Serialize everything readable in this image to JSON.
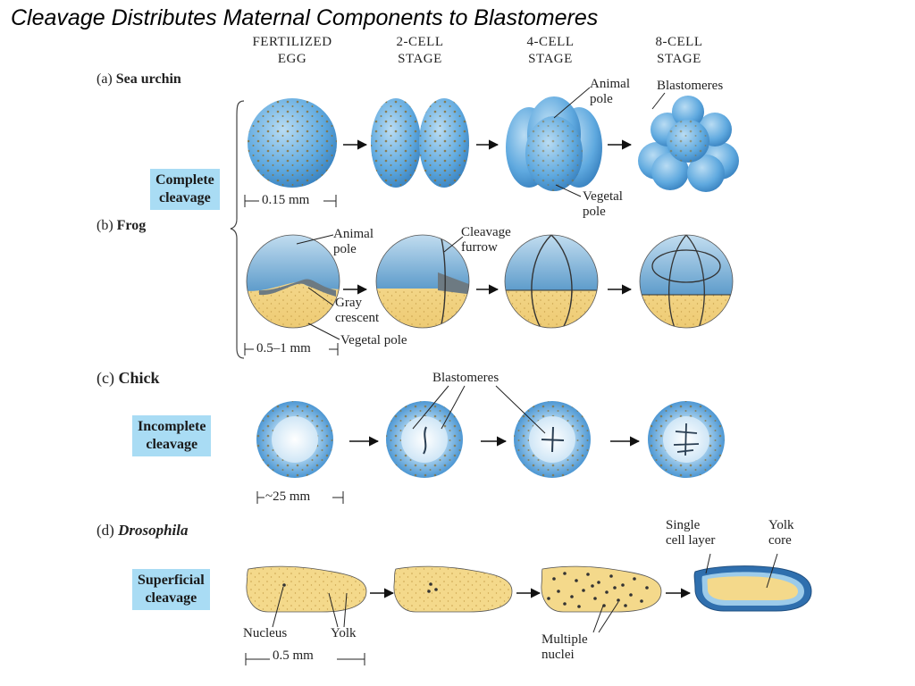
{
  "title": "Cleavage Distributes Maternal Components to Blastomeres",
  "columns": [
    "FERTILIZED\nEGG",
    "2-CELL\nSTAGE",
    "4-CELL\nSTAGE",
    "8-CELL\nSTAGE"
  ],
  "rows": {
    "a": {
      "letter": "(a)",
      "name": "Sea urchin"
    },
    "b": {
      "letter": "(b)",
      "name": "Frog"
    },
    "c": {
      "letter": "(c)",
      "name": "Chick"
    },
    "d": {
      "letter": "(d)",
      "name": "Drosophila"
    }
  },
  "types": {
    "complete": "Complete\ncleavage",
    "incomplete": "Incomplete\ncleavage",
    "superficial": "Superficial\ncleavage"
  },
  "annotations": {
    "animal_pole_a": "Animal\npole",
    "blastomeres_a": "Blastomeres",
    "vegetal_pole_a": "Vegetal\npole",
    "animal_pole_b": "Animal\npole",
    "cleavage_furrow": "Cleavage\nfurrow",
    "gray_crescent": "Gray\ncrescent",
    "vegetal_pole_b": "Vegetal pole",
    "blastomeres_c": "Blastomeres",
    "single_cell_layer": "Single\ncell layer",
    "yolk_core": "Yolk\ncore",
    "nucleus": "Nucleus",
    "yolk": "Yolk",
    "multiple_nuclei": "Multiple\nnuclei"
  },
  "scales": {
    "sea_urchin": "0.15 mm",
    "frog": "0.5–1 mm",
    "chick": "~25 mm",
    "drosophila": "0.5 mm"
  },
  "colors": {
    "cell_blue": "#5aa9dc",
    "label_box": "#a9dcf4",
    "yolk": "#f3d98a"
  }
}
